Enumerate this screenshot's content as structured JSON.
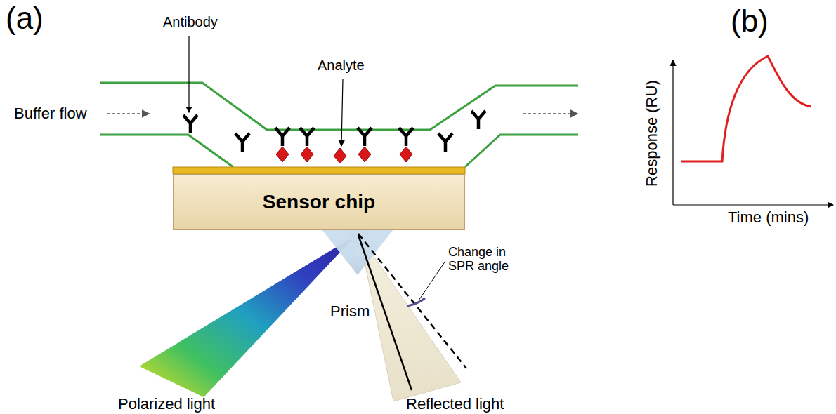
{
  "diagram": {
    "nodes": [
      {
        "text": [
          "Sensor chip"
        ]
      }
    ],
    "labels": [
      "(a)",
      "Antibody",
      "Analyte",
      "Buffer flow",
      "Change in SPR angle",
      "Prism",
      "Polarized light",
      "Reflected light",
      "(b)",
      "Response (RU)",
      "Time (mins)"
    ]
  }
}
